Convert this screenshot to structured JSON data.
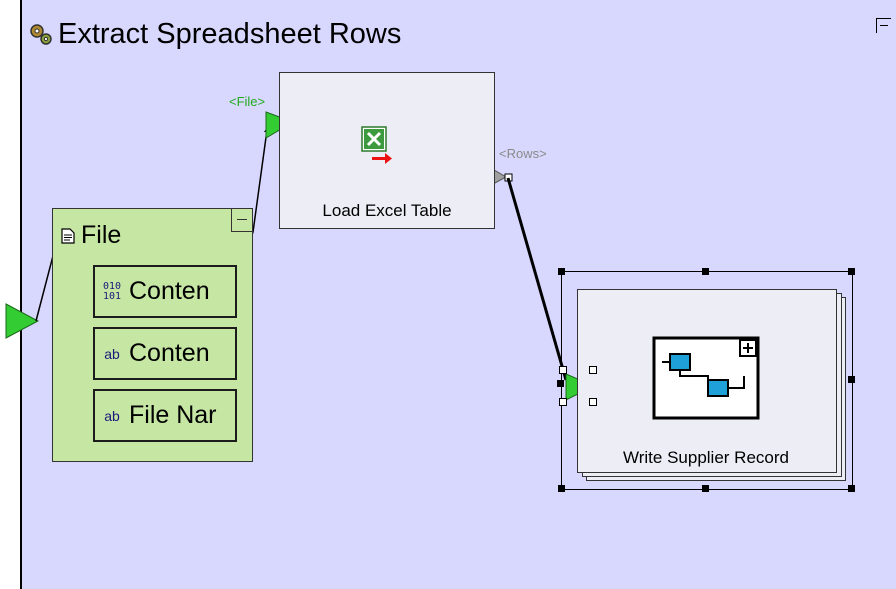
{
  "window": {
    "title": "Extract Spreadsheet Rows"
  },
  "icons": {
    "title": "gears-icon",
    "collapse": "collapse-icon",
    "file_doc": "document-icon",
    "binary": "binary-icon",
    "text": "text-icon",
    "excel": "excel-icon",
    "subprocess": "subprocess-icon"
  },
  "nodes": {
    "file": {
      "label": "File",
      "fields": [
        {
          "icon_text": "010\n101",
          "label": "Conten"
        },
        {
          "icon_text": "ab",
          "label": "Conten"
        },
        {
          "icon_text": "ab",
          "label": "File Nar"
        }
      ]
    },
    "load_excel": {
      "label": "Load Excel Table",
      "input_port": "<File>",
      "output_port": "<Rows>"
    },
    "write_supplier": {
      "label": "Write Supplier Record"
    }
  },
  "colors": {
    "canvas": "#d8d8ff",
    "file_node": "#c6e6a4",
    "port_green": "#33cc33",
    "port_gray": "#a0a0a0",
    "port_label_green": "#22aa22",
    "port_label_gray": "#8a8a8a"
  }
}
